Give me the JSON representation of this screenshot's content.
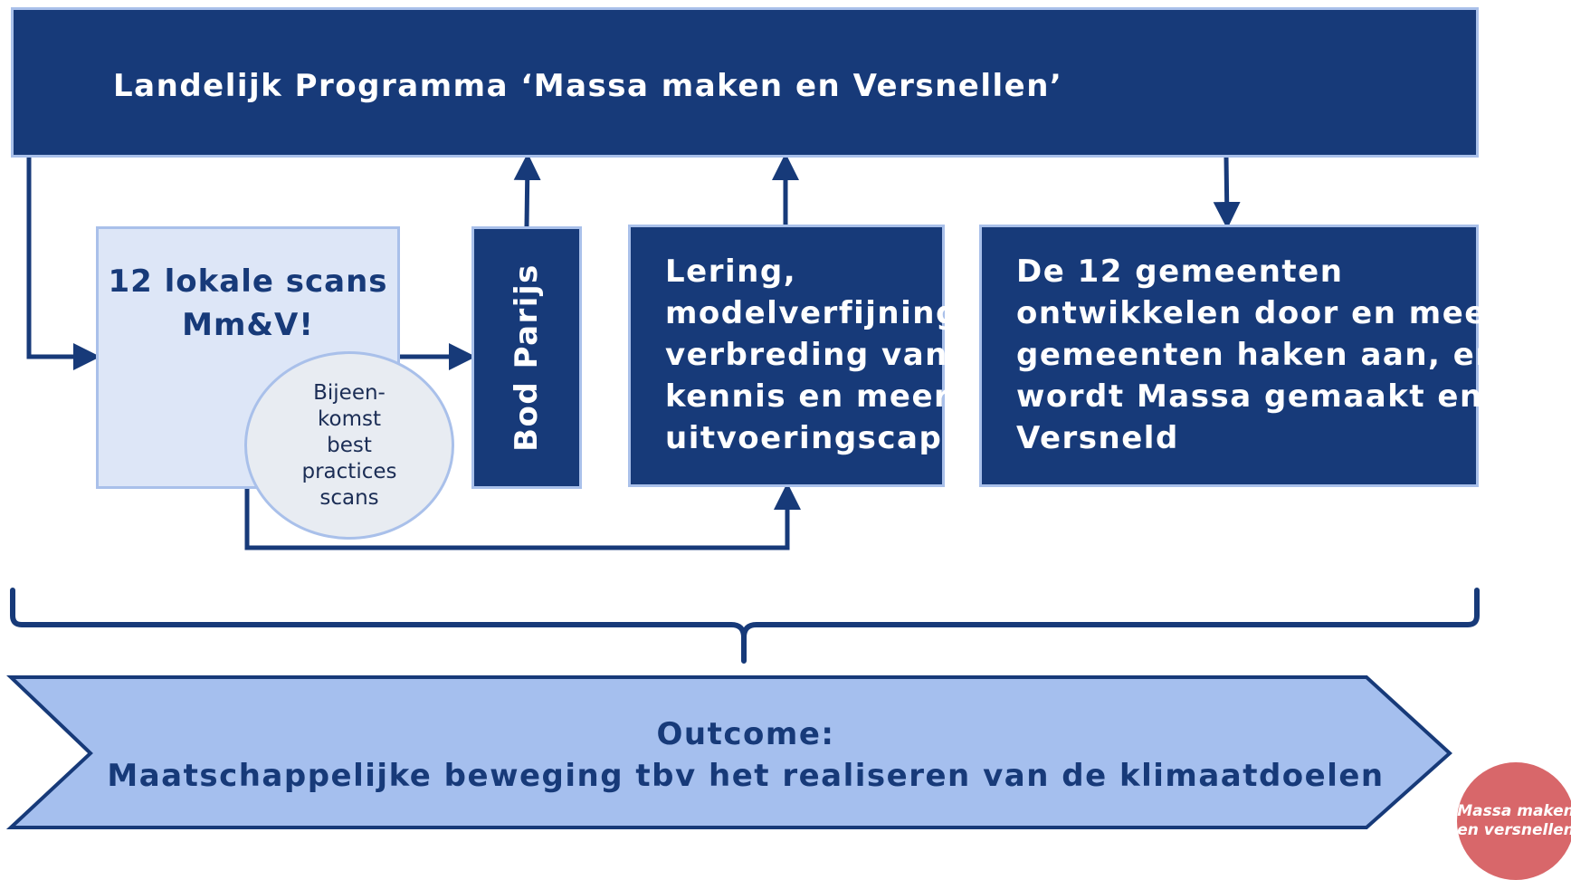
{
  "diagram": {
    "top_banner": "Landelijk Programma ‘Massa maken en Versnellen’",
    "scans_box": {
      "line1": "12 lokale scans",
      "line2": "Mm&V!"
    },
    "bijeenkomst": {
      "lines": [
        "Bijeen-",
        "komst",
        "best",
        "practices",
        "scans"
      ]
    },
    "bod_box": "Bod Parijs",
    "lering_box": {
      "lines": [
        "Lering,",
        "modelverfijning,",
        "verbreding van",
        "kennis en meer",
        "uitvoeringscap."
      ]
    },
    "gemeenten_box": {
      "lines": [
        "De 12 gemeenten",
        "ontwikkelen door en meer",
        "gemeenten haken aan, er",
        "wordt Massa gemaakt en",
        "Versneld"
      ]
    },
    "outcome": {
      "line1": "Outcome:",
      "line2": "Maatschappelijke beweging tbv het realiseren van de klimaatdoelen"
    },
    "logo": {
      "line1": "Massa maken",
      "line2": "en versnellen"
    }
  },
  "colors": {
    "dark_blue": "#173a79",
    "light_border": "#a9c0ea",
    "light_fill": "#dde6f7",
    "outcome_fill": "#a5bfee",
    "circle_fill": "#e8ecf2",
    "logo_red": "#d8676a"
  }
}
